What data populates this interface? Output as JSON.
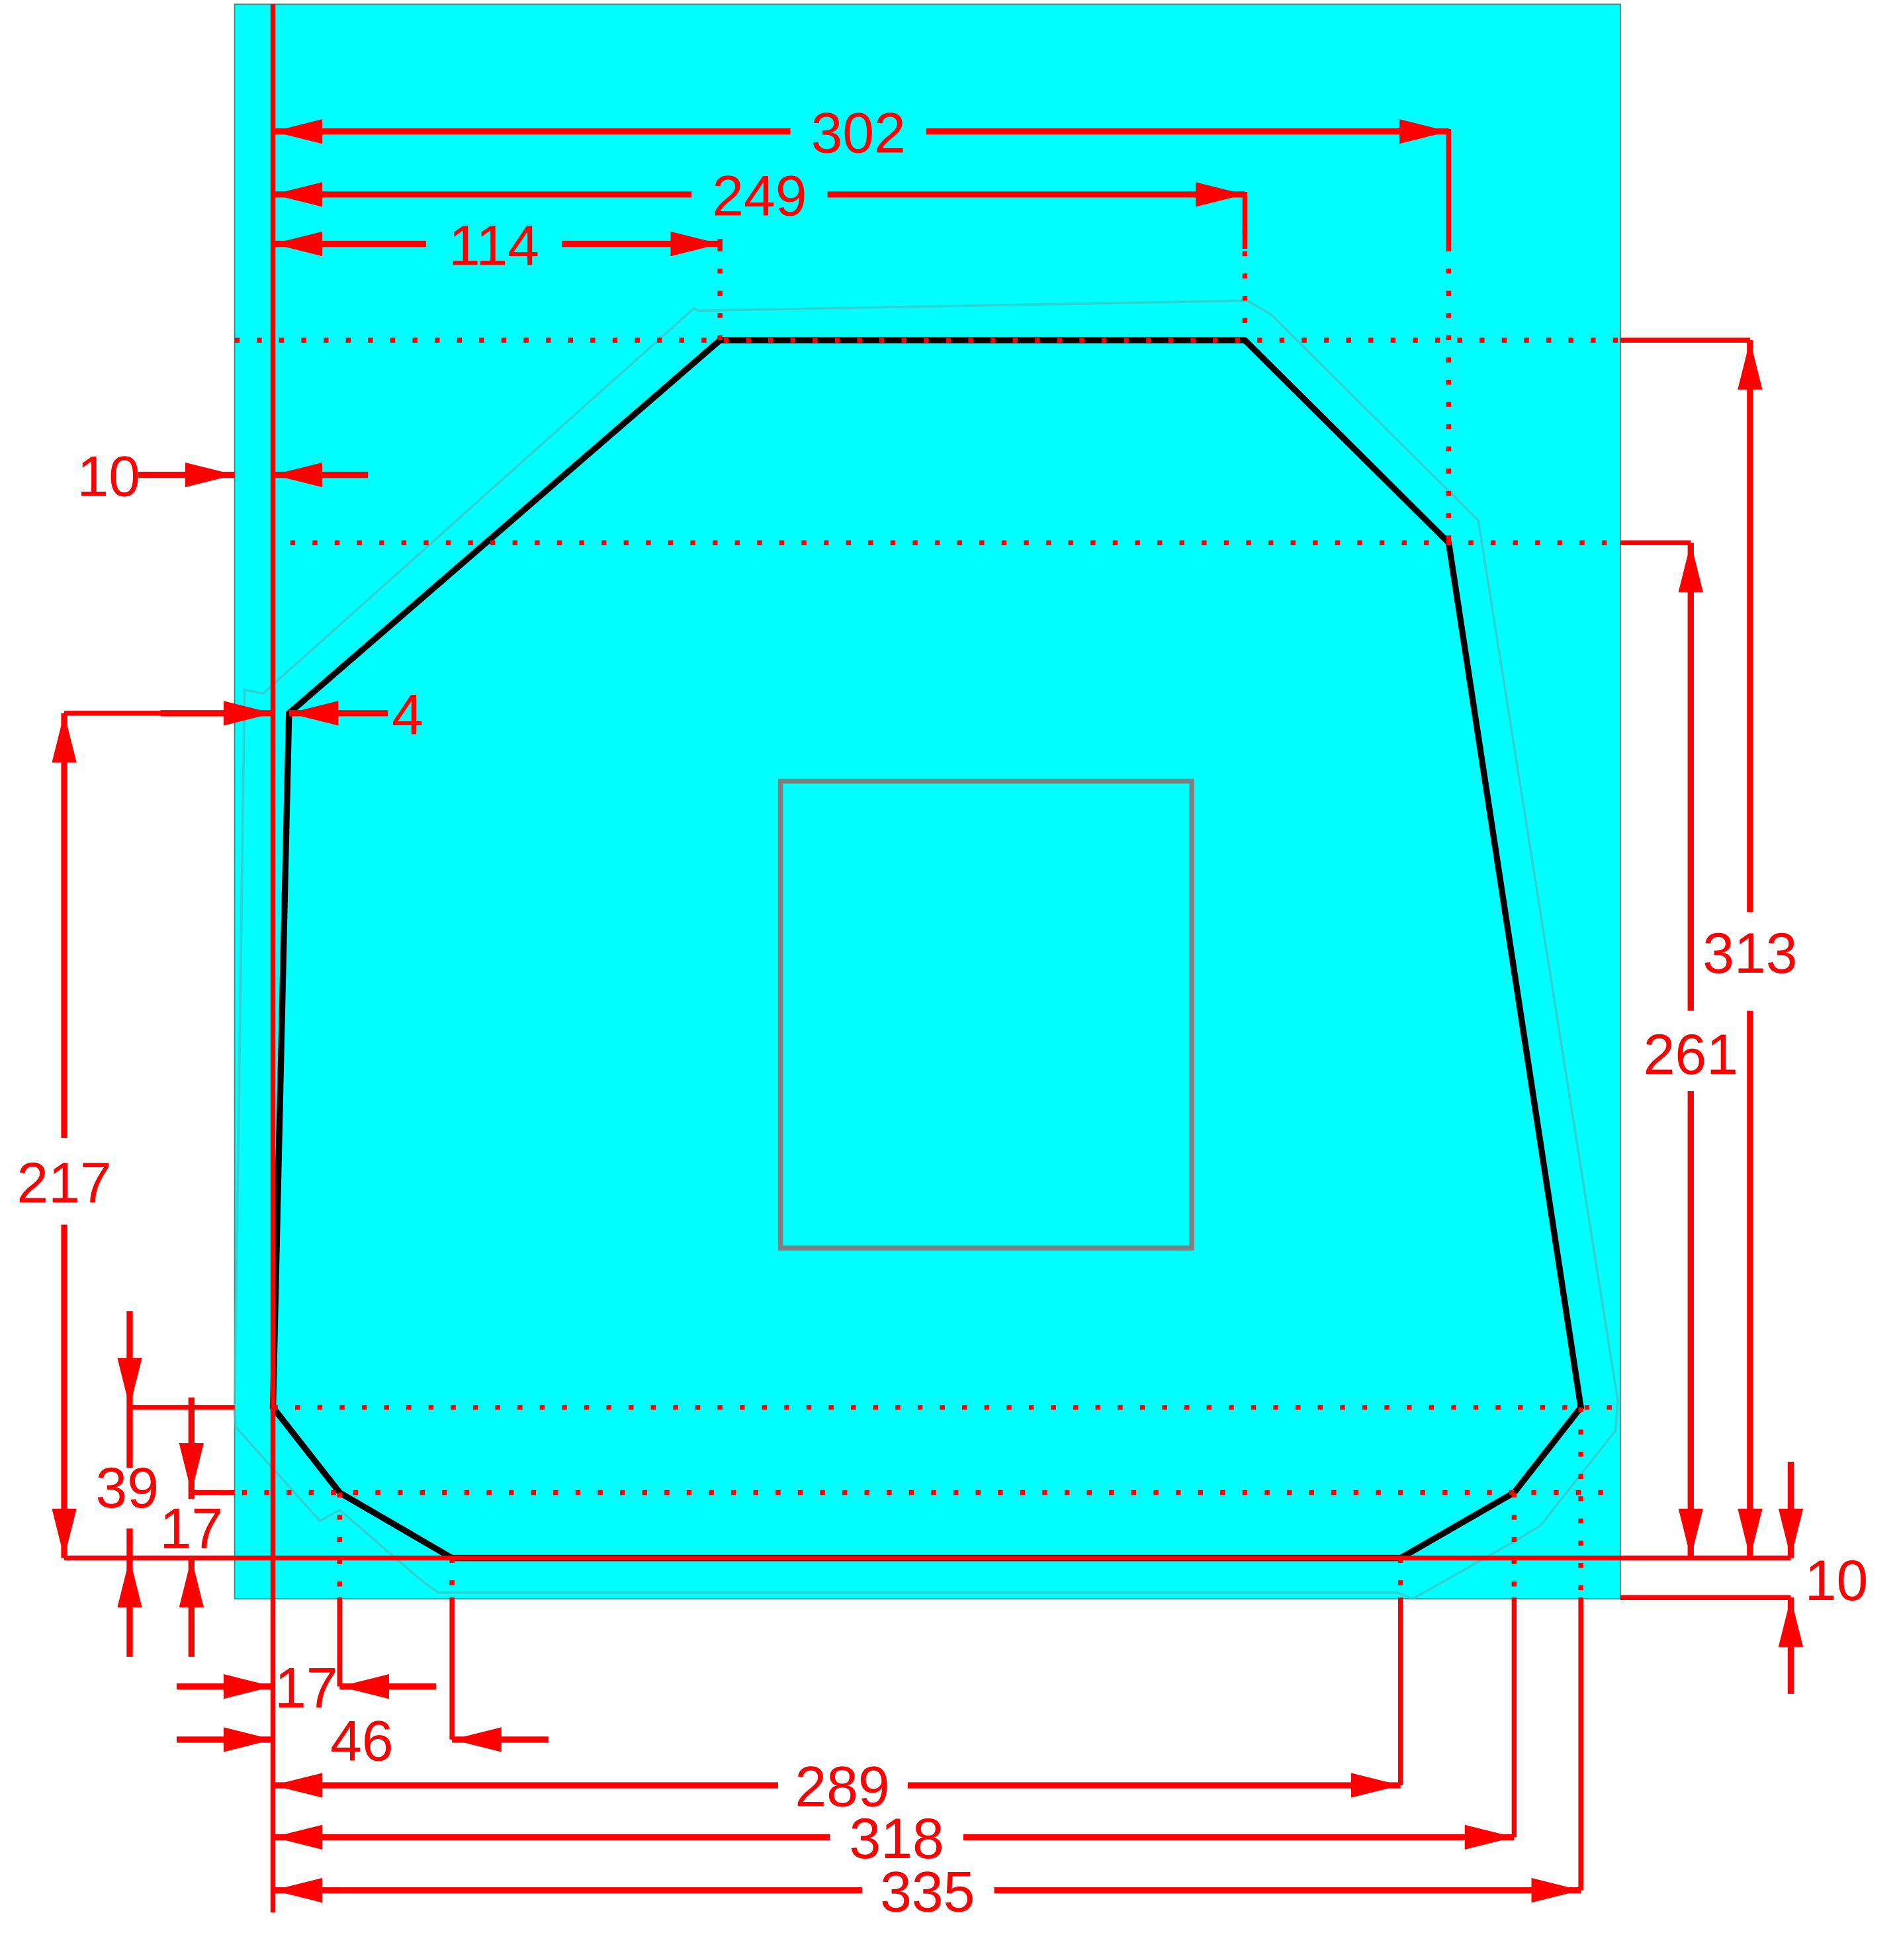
{
  "colors": {
    "panel": "#00ffff",
    "dimension": "#ff0000",
    "outline": "#000000",
    "cutout": "#808080",
    "ghost": "#3cc8c8",
    "background": "#ffffff"
  },
  "dimensions": {
    "top_302": "302",
    "top_249": "249",
    "top_114": "114",
    "margin_left_10": "10",
    "inset_4": "4",
    "right_313": "313",
    "right_261": "261",
    "left_217": "217",
    "left_39": "39",
    "left_17": "17",
    "bottom_right_10": "10",
    "bottom_17": "17",
    "bottom_46": "46",
    "bottom_289": "289",
    "bottom_318": "318",
    "bottom_335": "335"
  }
}
